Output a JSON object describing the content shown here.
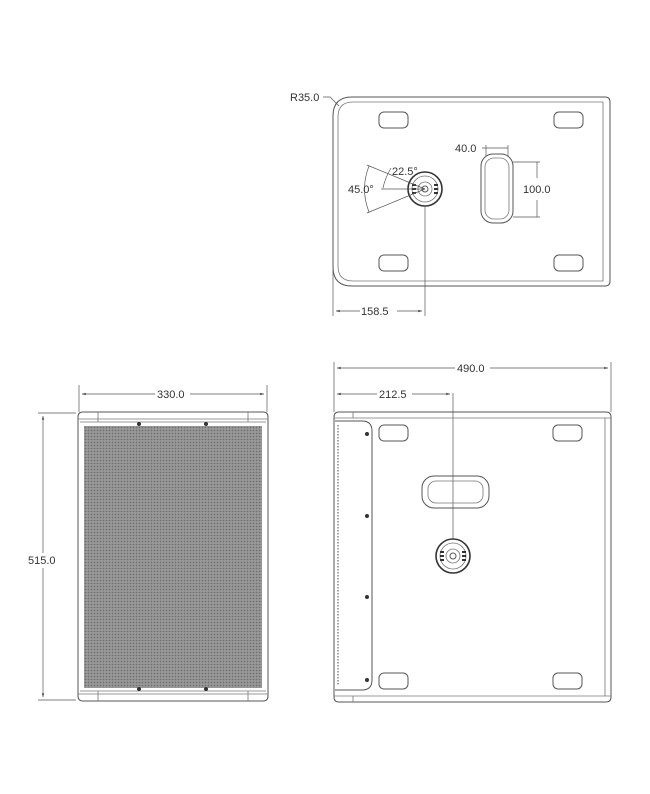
{
  "drawing": {
    "colors": {
      "line": "#555555",
      "grille": "#8a8a8a",
      "text": "#333333",
      "background": "#ffffff"
    },
    "top_view": {
      "corner_radius_label": "R35.0",
      "handle_width_label": "40.0",
      "handle_height_label": "100.0",
      "angle_small_label": "22.5°",
      "angle_large_label": "45.0°",
      "pole_offset_label": "158.5"
    },
    "front_view": {
      "width_label": "330.0",
      "height_label": "515.0"
    },
    "side_view": {
      "depth_label": "490.0",
      "pole_offset_label": "212.5"
    }
  }
}
